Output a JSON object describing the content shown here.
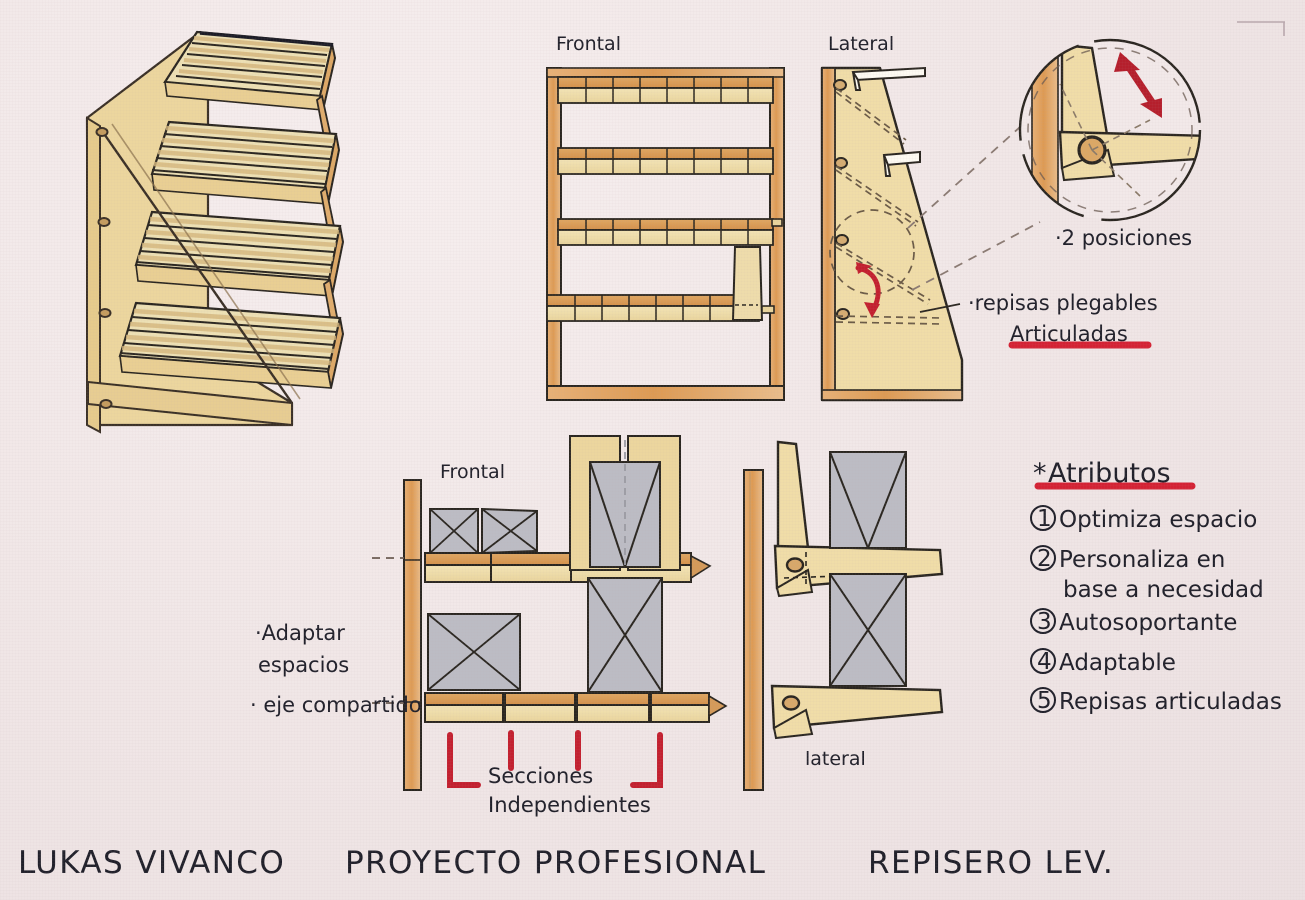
{
  "document": {
    "type": "hand-drawn design sketch",
    "background_color": "#f0e6e6",
    "ink_color": "#20202a",
    "accent_red": "#cf2233",
    "wood_light": "#f0e0ae",
    "wood_mid": "#e3c98b",
    "wood_dark": "#d99a55",
    "box_gray": "#b9b9c0"
  },
  "footer": {
    "author": "LUKAS VIVANCO",
    "project": "PROYECTO PROFESIONAL",
    "product": "REPISERO LEV."
  },
  "views": {
    "isometric_label": "",
    "frontal_top_label": "Frontal",
    "lateral_top_label": "Lateral",
    "frontal_bottom_label": "Frontal",
    "lateral_bottom_label": "lateral"
  },
  "callouts": {
    "detail_positions": "·2 posiciones",
    "folding_line1": "·repisas plegables",
    "folding_line2": "Articuladas",
    "adapt_line1": "·Adaptar",
    "adapt_line2": "espacios",
    "shared_axis": "· eje compartido",
    "sections_line1": "Secciones",
    "sections_line2": "Independientes"
  },
  "attributes": {
    "heading": "Atributos",
    "heading_marker": "*",
    "items": [
      {
        "num": "1",
        "text": "Optimiza espacio",
        "text2": ""
      },
      {
        "num": "2",
        "text": "Personaliza en",
        "text2": "base a necesidad"
      },
      {
        "num": "3",
        "text": "Autosoportante",
        "text2": ""
      },
      {
        "num": "4",
        "text": "Adaptable",
        "text2": ""
      },
      {
        "num": "5",
        "text": "Repisas articuladas",
        "text2": ""
      }
    ]
  },
  "chart_data": {
    "type": "table",
    "title": "REPISERO LEV. — Proyecto Profesional",
    "notes": [
      "Isometric exploded shelf unit with slatted tiers and perforated side panel",
      "Front elevation: 4 slatted shelves in rectangular frame",
      "Side elevation: tapered panel, dashed folded-shelf positions, 4 pivot holes",
      "Detail circle: hinge bracket with double arrow = 2 posiciones",
      "Lower detail: modular sections on shared vertical axis post"
    ]
  }
}
